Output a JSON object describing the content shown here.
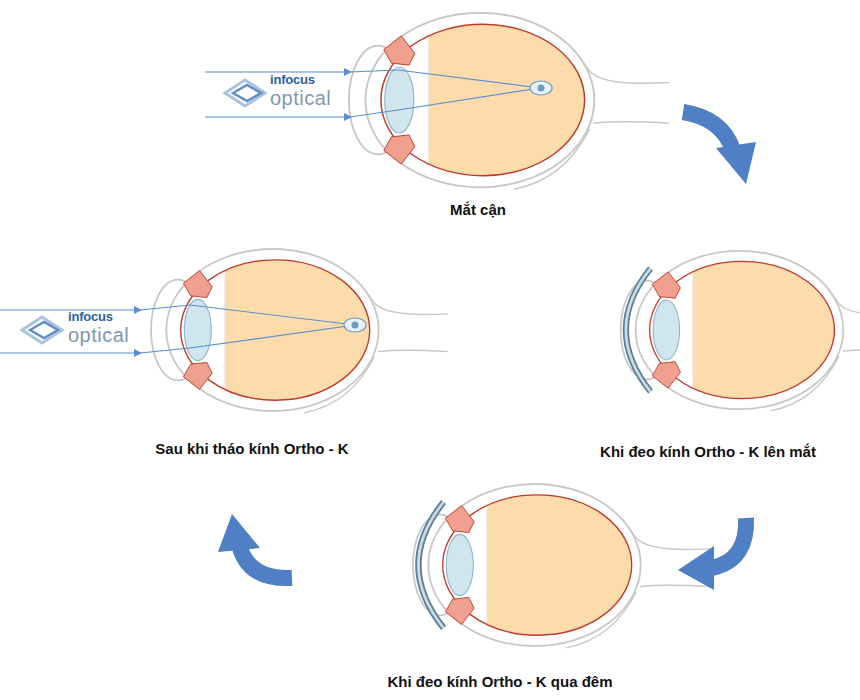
{
  "diagram": {
    "labels": [
      "infocus",
      "optical",
      "Mắt cận",
      "infocus",
      "optical",
      "Sau khi tháo kính Ortho - K",
      "Khi đeo kính Ortho - K lên mắt",
      "Khi đeo kính Ortho - K qua đêm"
    ]
  }
}
